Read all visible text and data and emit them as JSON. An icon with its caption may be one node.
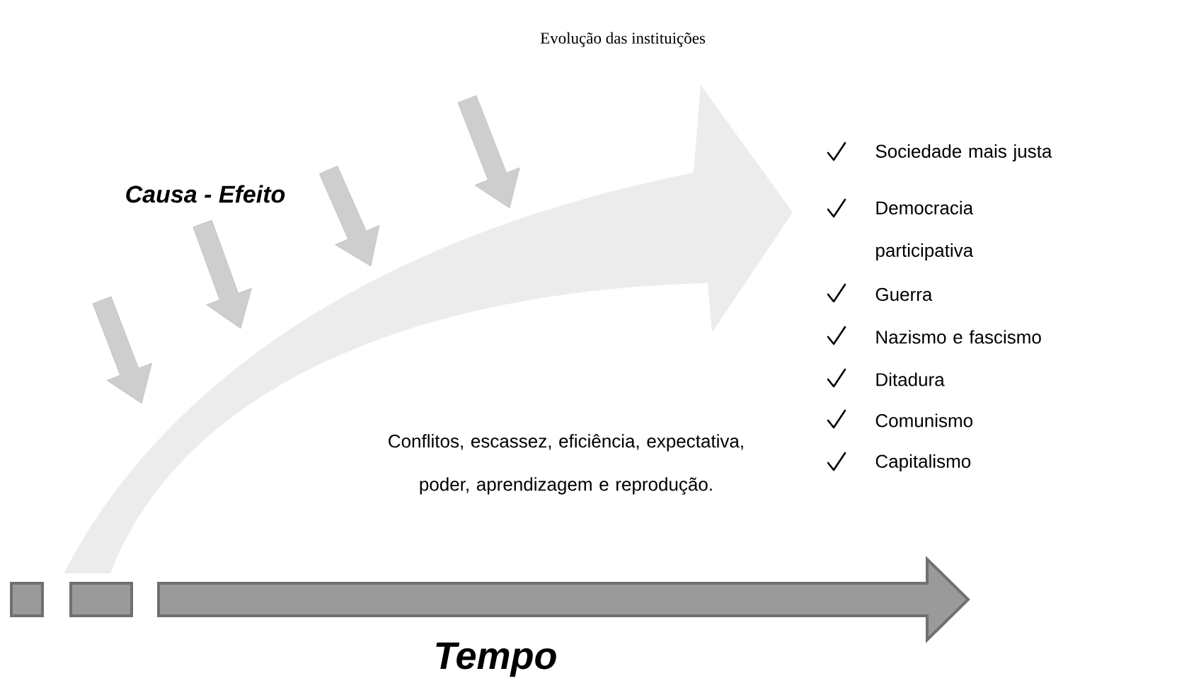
{
  "diagram": {
    "title": "Evolução das instituições",
    "labels": [
      "Causa - Efeito",
      "Conflitos, escassez, eficiência, expectativa, poder, aprendizagem e reprodução.",
      "Sociedade mais justa",
      "Democracia participativa",
      "Guerra",
      "Nazismo e fascismo",
      "Ditadura",
      "Comunismo",
      "Capitalismo",
      "Tempo"
    ]
  }
}
